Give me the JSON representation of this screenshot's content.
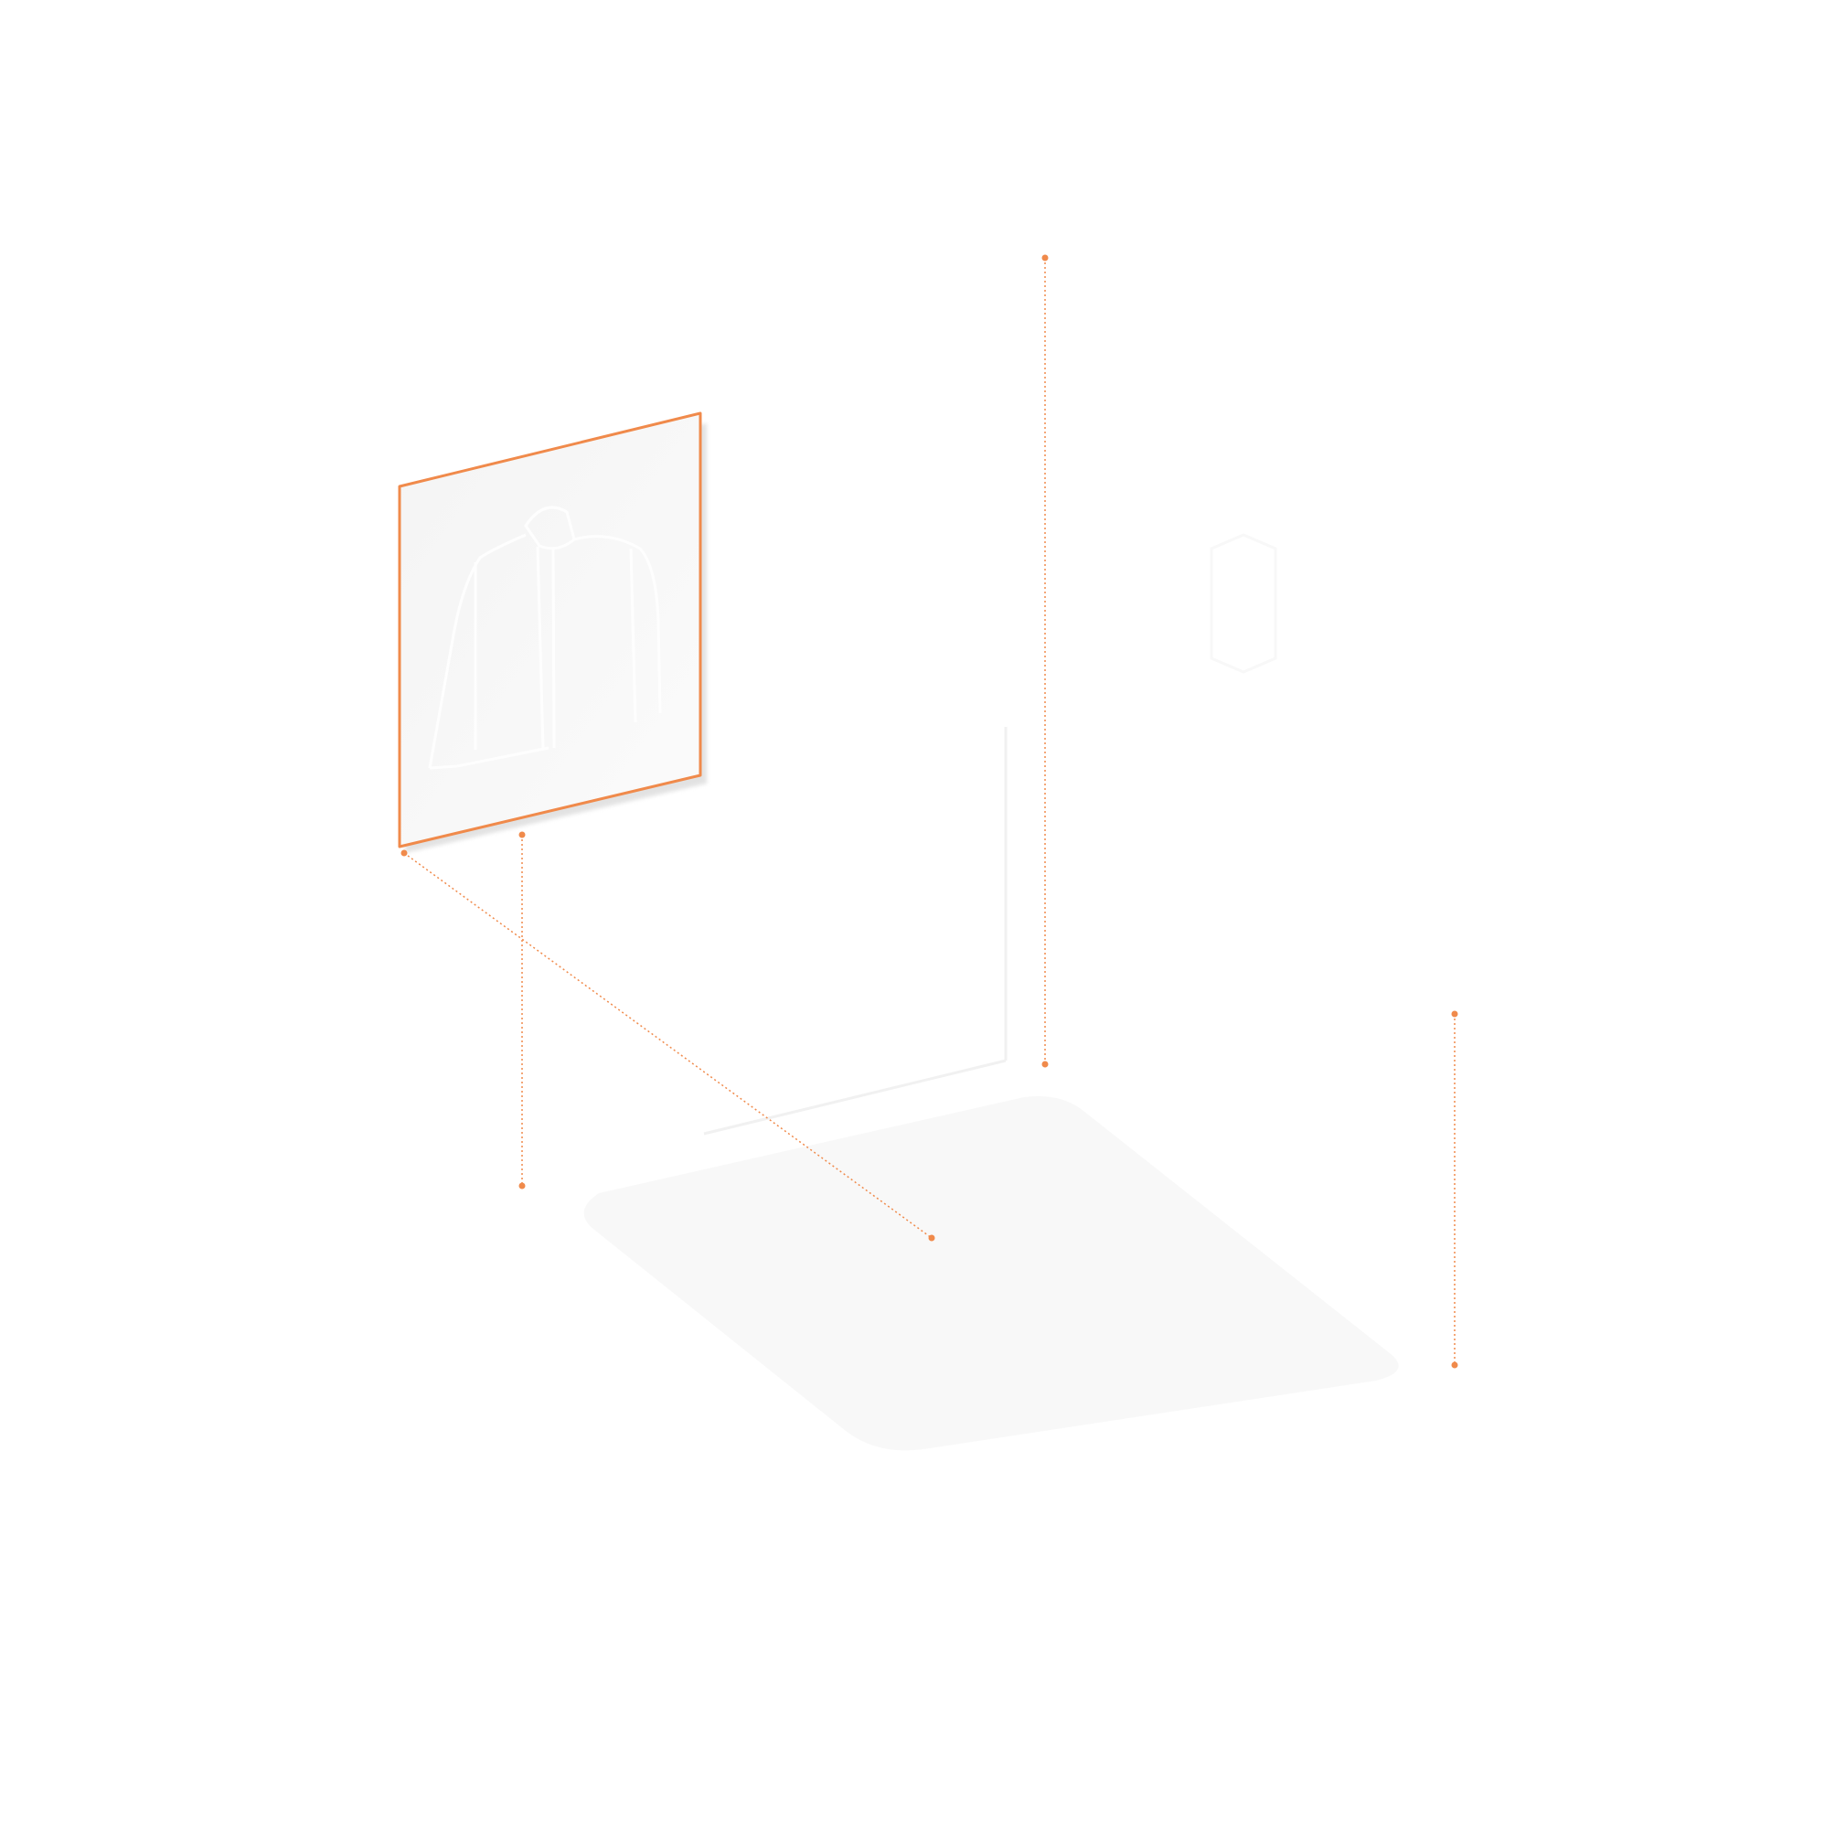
{
  "colors": {
    "accent": "#f08a4b",
    "background": "#ffffff",
    "panel_fill": "#f8f8f8",
    "floor_shadow": "#f6f6f6",
    "ghost_lines": "#f0f0f0"
  },
  "elements": {
    "panel": {
      "icon": "jacket-icon",
      "frame_color": "accent"
    },
    "callout_lines": [
      {
        "name": "callout-line-top",
        "style": "dotted"
      },
      {
        "name": "callout-line-left",
        "style": "dotted"
      },
      {
        "name": "callout-line-diagonal",
        "style": "dotted"
      },
      {
        "name": "callout-line-right",
        "style": "dotted"
      }
    ]
  }
}
